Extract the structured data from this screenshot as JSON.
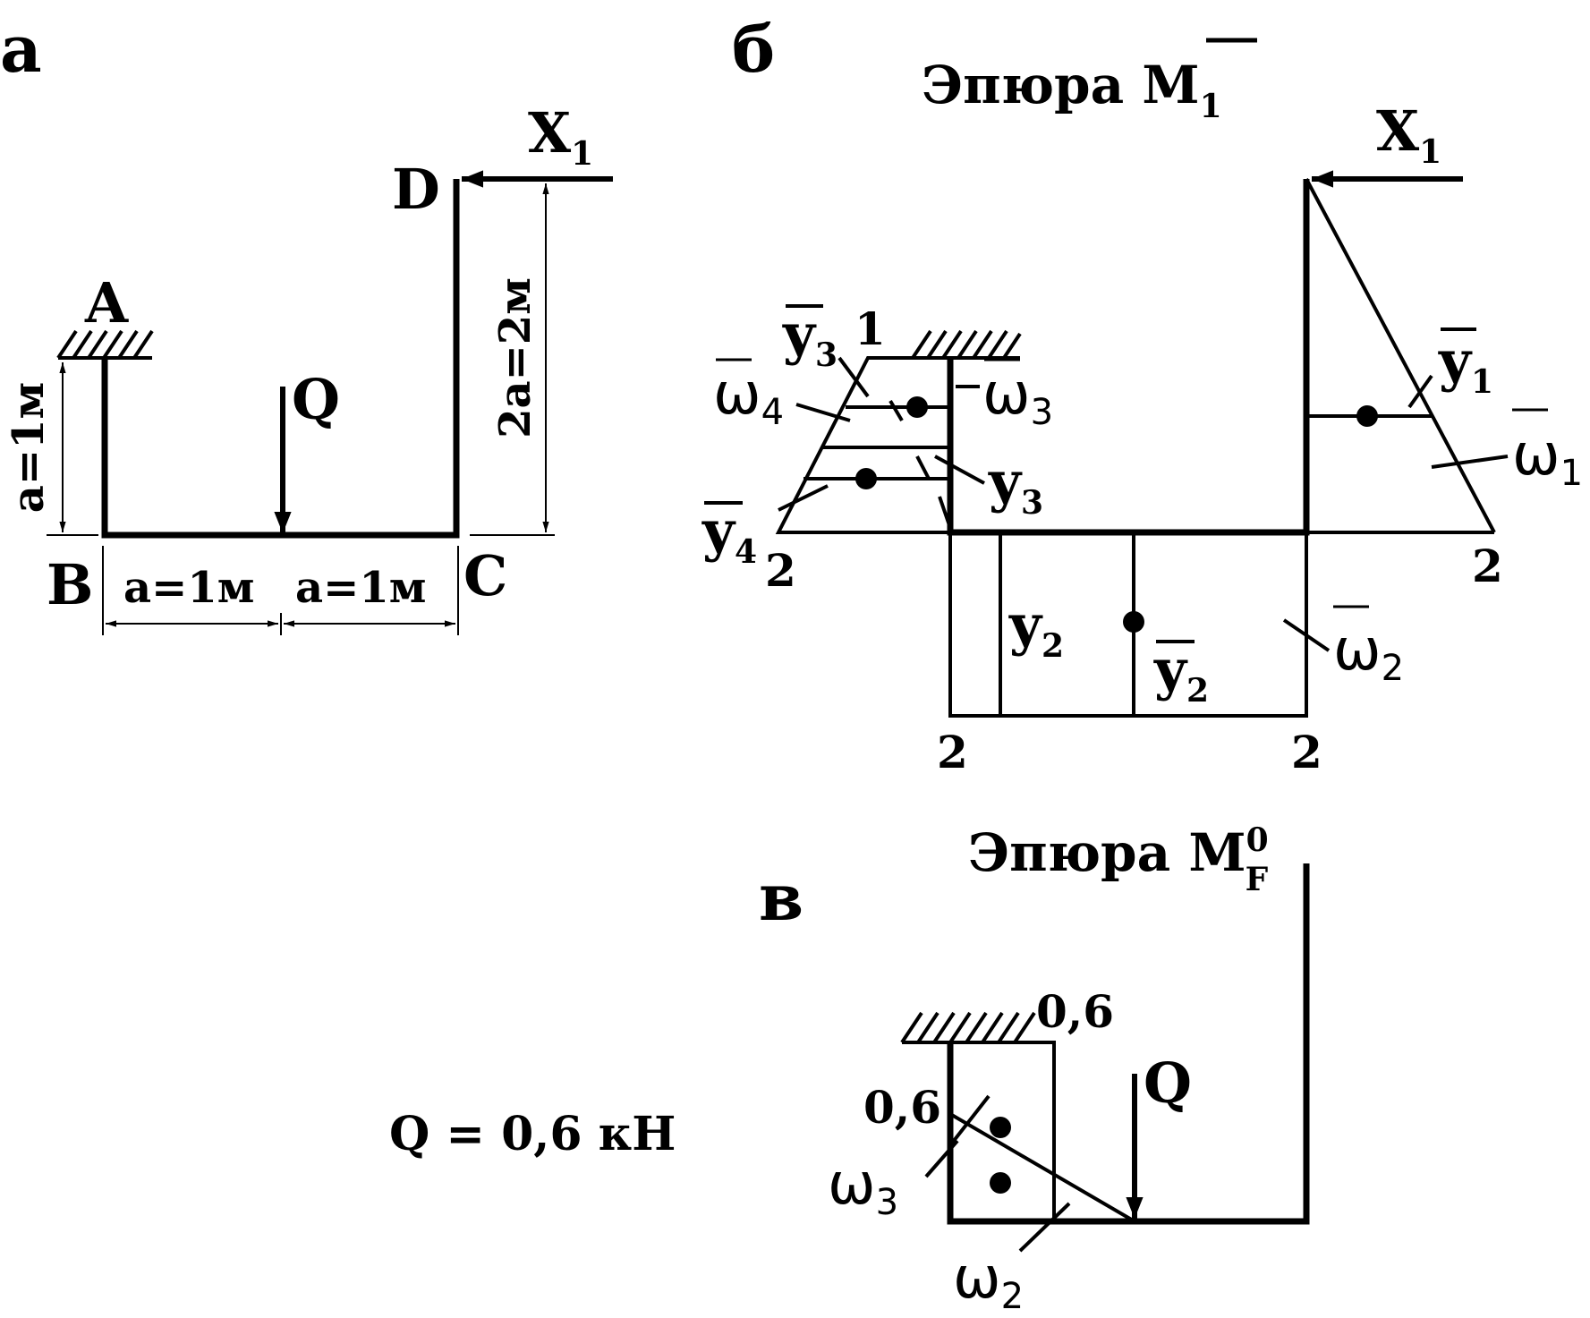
{
  "panels": {
    "a": {
      "label": "а"
    },
    "b": {
      "label": "б",
      "title_text": "Эпюра ",
      "title_symbol": "M",
      "title_sub": "1"
    },
    "c": {
      "label": "в",
      "title_text": "Эпюра M",
      "title_sup": "0",
      "title_sub": "F"
    }
  },
  "scheme": {
    "nodes": {
      "A": "A",
      "B": "B",
      "C": "C",
      "D": "D"
    },
    "force_x": "X",
    "force_x_sub": "1",
    "force_q": "Q",
    "dims": {
      "left_height": "a=1м",
      "right_height": "2a=2м",
      "span_left": "a=1м",
      "span_right": "a=1м"
    }
  },
  "diagram_m1": {
    "force_x": "X",
    "force_x_sub": "1",
    "values": {
      "left_top": "1",
      "left_bottom": "2",
      "right_bottom": "2",
      "bottom_left": "2",
      "bottom_right": "2"
    },
    "areas": [
      {
        "sym": "ω",
        "sub": "1"
      },
      {
        "sym": "ω",
        "sub": "2"
      },
      {
        "sym": "ω",
        "sub": "3"
      },
      {
        "sym": "ω",
        "sub": "4"
      }
    ],
    "ordinates": [
      {
        "sym": "y",
        "sub": "1",
        "bar": true
      },
      {
        "sym": "y",
        "sub": "2",
        "bar": false
      },
      {
        "sym": "y",
        "sub": "2",
        "bar": true
      },
      {
        "sym": "y",
        "sub": "3",
        "bar": true
      },
      {
        "sym": "y",
        "sub": "3",
        "bar": false
      },
      {
        "sym": "y",
        "sub": "4",
        "bar": true
      }
    ]
  },
  "diagram_mf": {
    "force_q": "Q",
    "values": {
      "top": "0,6",
      "left": "0,6"
    },
    "areas": [
      {
        "sym": "ω",
        "sub": "3"
      },
      {
        "sym": "ω",
        "sub": "2"
      }
    ]
  },
  "given": {
    "load": "Q = 0,6 кН"
  }
}
